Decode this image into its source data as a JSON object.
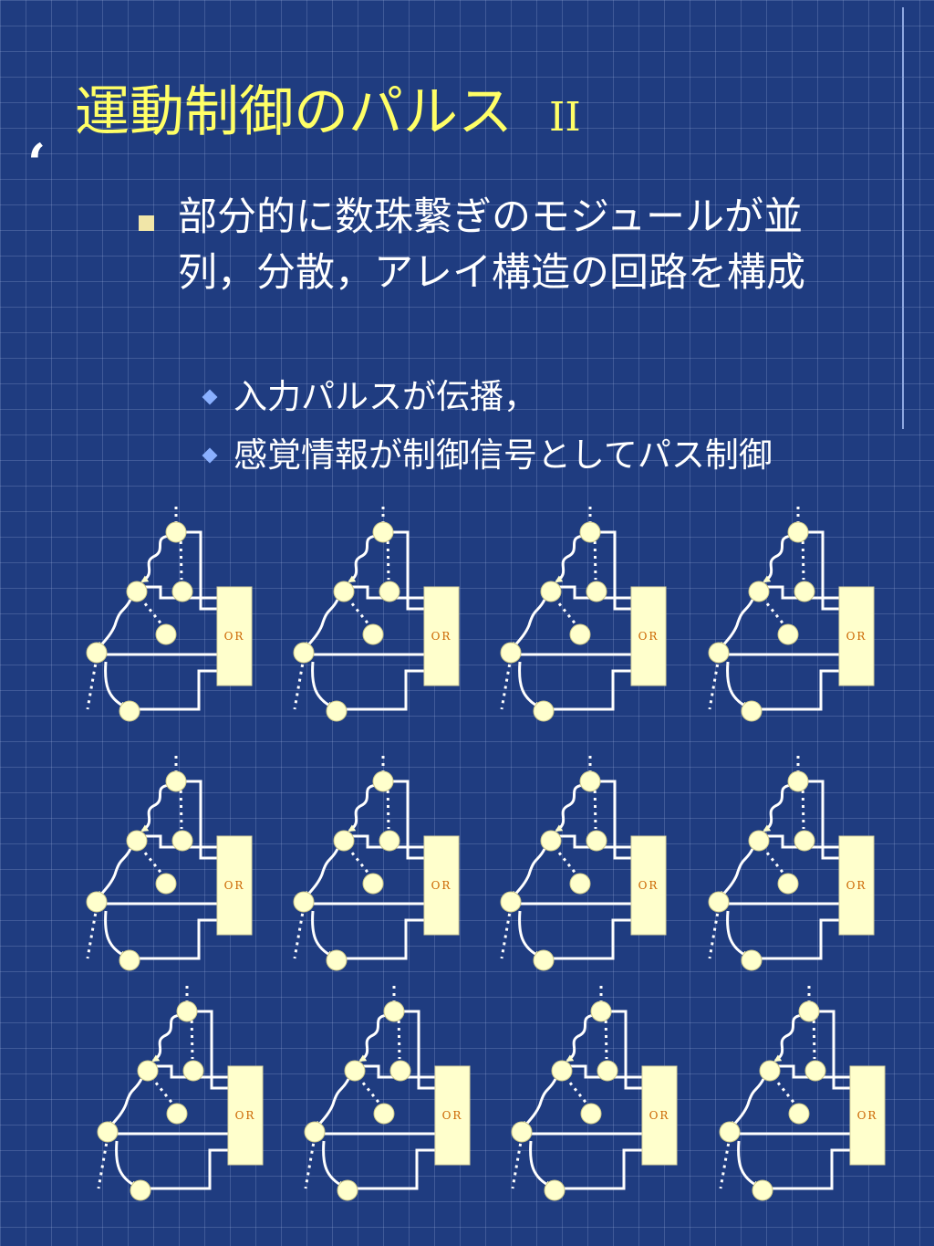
{
  "slide": {
    "title": "運動制御のパルス",
    "title_numeral": "II",
    "bullet_main": "部分的に数珠繋ぎのモジュールが並列，分散，アレイ構造の回路を構成",
    "sub_bullets": [
      "入力パルスが伝播，",
      "感覚情報が制御信号としてパス制御"
    ]
  },
  "diagram": {
    "module_label": "OR",
    "rows": 3,
    "cols": 4,
    "colors": {
      "background": "#1f3c80",
      "node": "#ffffcc",
      "or_box": "#ffffcc",
      "or_text": "#cc6600",
      "title": "#ffff66",
      "bullet_square": "#f1e6a8",
      "bullet_diamond": "#8ab0ff"
    }
  }
}
